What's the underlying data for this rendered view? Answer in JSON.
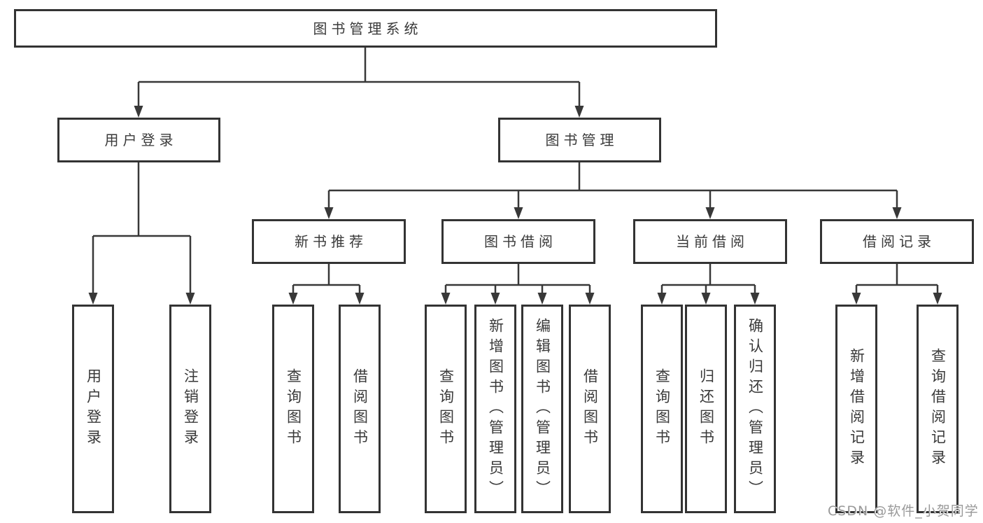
{
  "diagram": {
    "root": "图书管理系统",
    "branches": {
      "user_login": "用户登录",
      "book_management": "图书管理"
    },
    "modules": {
      "new_book_recommendation": "新书推荐",
      "book_borrowing": "图书借阅",
      "current_borrowing": "当前借阅",
      "borrowing_records": "借阅记录"
    },
    "leaves": {
      "user_login": [
        "用户登录",
        "注销登录"
      ],
      "new_book_recommendation": [
        "查询图书",
        "借阅图书"
      ],
      "book_borrowing": [
        "查询图书",
        "新增图书（管理员）",
        "编辑图书（管理员）",
        "借阅图书"
      ],
      "current_borrowing": [
        "查询图书",
        "归还图书",
        "确认归还（管理员）"
      ],
      "borrowing_records": [
        "新增借阅记录",
        "查询借阅记录"
      ]
    },
    "line_color": "#383838",
    "border_color": "#333333",
    "text_color": "#3a3a3a"
  },
  "watermark": "CSDN @软件_小贺同学"
}
